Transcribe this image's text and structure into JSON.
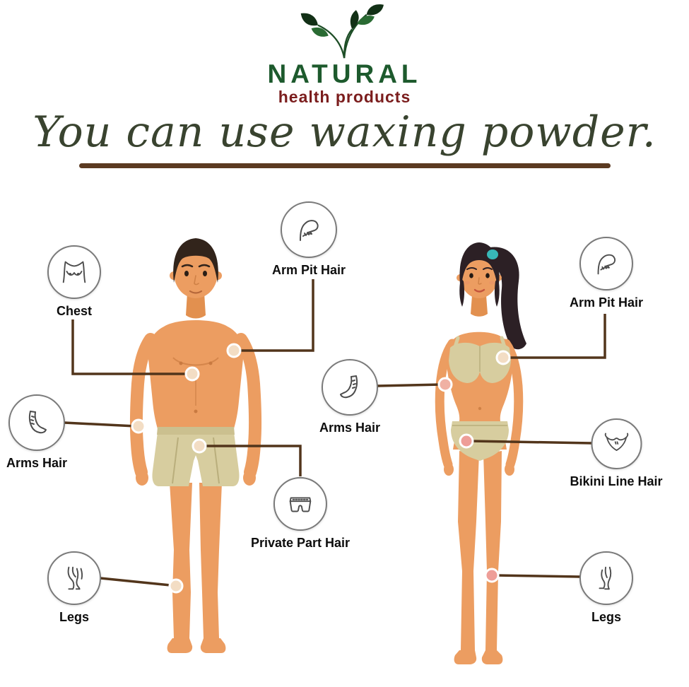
{
  "logo": {
    "brand": "NATURAL",
    "tagline": "health products",
    "brand_color": "#1d5a2d",
    "tagline_color": "#7b1d1d"
  },
  "headline": {
    "text": "You can use waxing powder.",
    "color": "#39432f",
    "underline_color": "#5b3a21"
  },
  "callouts": {
    "male": [
      {
        "label": "Chest",
        "icon": "chest-icon"
      },
      {
        "label": "Arm Pit Hair",
        "icon": "raised-arm-icon"
      },
      {
        "label": "Arms Hair",
        "icon": "arm-icon"
      },
      {
        "label": "Private Part Hair",
        "icon": "underwear-icon"
      },
      {
        "label": "Legs",
        "icon": "legs-icon"
      }
    ],
    "female": [
      {
        "label": "Arm Pit Hair",
        "icon": "raised-arm-icon"
      },
      {
        "label": "Arms Hair",
        "icon": "arm-icon"
      },
      {
        "label": "Bikini Line Hair",
        "icon": "bikini-icon"
      },
      {
        "label": "Legs",
        "icon": "legs-icon"
      }
    ]
  },
  "colors": {
    "connector_line": "#52351b",
    "skin": "#ec9d61",
    "garment": "#d7cd9f",
    "dot_cream": "#f3ddc4",
    "dot_pink": "#ee9e98",
    "male_hair": "#32241b",
    "female_hair": "#2c2025",
    "scrunchie": "#38b8b8"
  }
}
